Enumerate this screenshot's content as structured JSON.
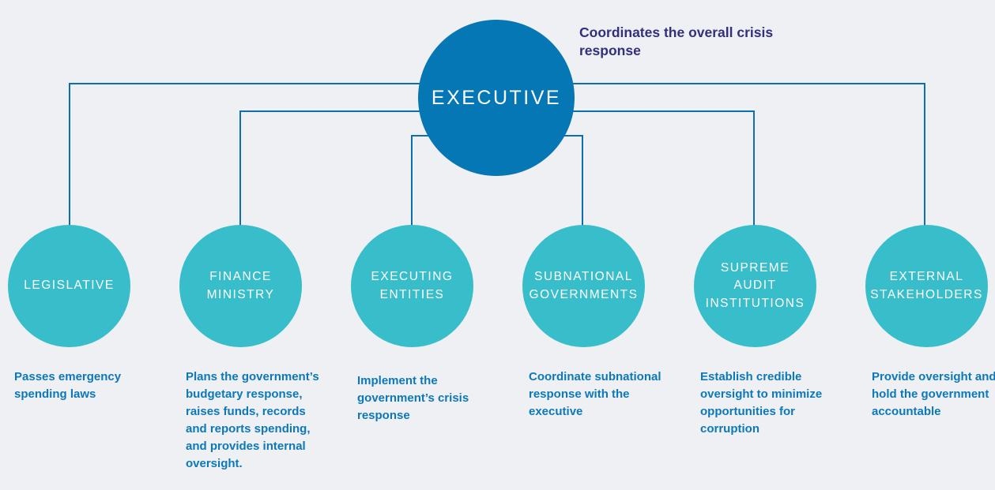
{
  "diagram": {
    "colors": {
      "page_background": "#eef0f3",
      "executive_fill": "#0577b5",
      "node_fill": "#38bdcb",
      "connector": "#0d6fae",
      "description_text": "#0d78b8",
      "annotation_text": "#322f7d",
      "node_text": "#ffffff"
    },
    "executive": {
      "label": "EXECUTIVE",
      "annotation": "Coordinates the overall crisis\nresponse"
    },
    "nodes": [
      {
        "label": "LEGISLATIVE",
        "description": "Passes emergency\nspending laws"
      },
      {
        "label": "FINANCE\nMINISTRY",
        "description": "Plans the government’s\nbudgetary response,\nraises funds, records\nand reports spending,\nand provides internal\noversight."
      },
      {
        "label": "EXECUTING\nENTITIES",
        "description": "Implement the\ngovernment’s crisis\nresponse"
      },
      {
        "label": "SUBNATIONAL\nGOVERNMENTS",
        "description": "Coordinate subnational\nresponse with the\nexecutive"
      },
      {
        "label": "SUPREME\nAUDIT\nINSTITUTIONS",
        "description": "Establish credible\noversight to minimize\nopportunities for\ncorruption"
      },
      {
        "label": "EXTERNAL\nSTAKEHOLDERS",
        "description": "Provide oversight and\nhold the government\naccountable"
      }
    ]
  }
}
